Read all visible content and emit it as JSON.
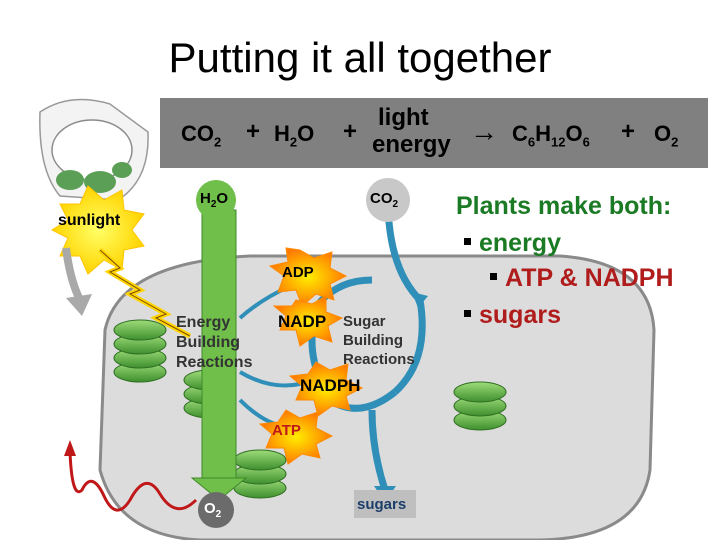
{
  "title": "Putting it all together",
  "equation": {
    "co2": "CO",
    "co2_sub": "2",
    "plus1": "+",
    "h2o": "H",
    "h2o_sub": "2",
    "h2o_o": "O",
    "plus2": "+",
    "light": "light",
    "energy": "energy",
    "arrow": "→",
    "c": "C",
    "c_sub": "6",
    "h": "H",
    "h_sub": "12",
    "o": "O",
    "o_sub": "6",
    "plus3": "+",
    "o2": "O",
    "o2_sub": "2"
  },
  "diagram": {
    "sunlight": "sunlight",
    "h2o_in": "H",
    "h2o_in_sub": "2",
    "h2o_in_o": "O",
    "co2_in": "CO",
    "co2_in_sub": "2",
    "adp": "ADP",
    "nadp": "NADP",
    "nadph": "NADPH",
    "atp": "ATP",
    "o2_out": "O",
    "o2_out_sub": "2",
    "sugars_out": "sugars",
    "energy_reactions": [
      "Energy",
      "Building",
      "Reactions"
    ],
    "sugar_reactions": [
      "Sugar",
      "Building",
      "Reactions"
    ]
  },
  "summary": {
    "heading": "Plants make both:",
    "items": [
      {
        "text": "energy",
        "level": 1,
        "color": "#1b7a24"
      },
      {
        "text": "ATP & NADPH",
        "level": 2,
        "color": "#b01c1c"
      },
      {
        "text": "sugars",
        "level": 1,
        "color": "#b01c1c"
      }
    ]
  },
  "colors": {
    "banner": "#808080",
    "chloroplast_fill": "#dcdcdc",
    "grana": "#5fae4a",
    "energy_arrow": "#6fbf4a",
    "calvin_cycle": "#2f8fb8",
    "sun": "#ffe600",
    "burst": "#ff8a00"
  }
}
